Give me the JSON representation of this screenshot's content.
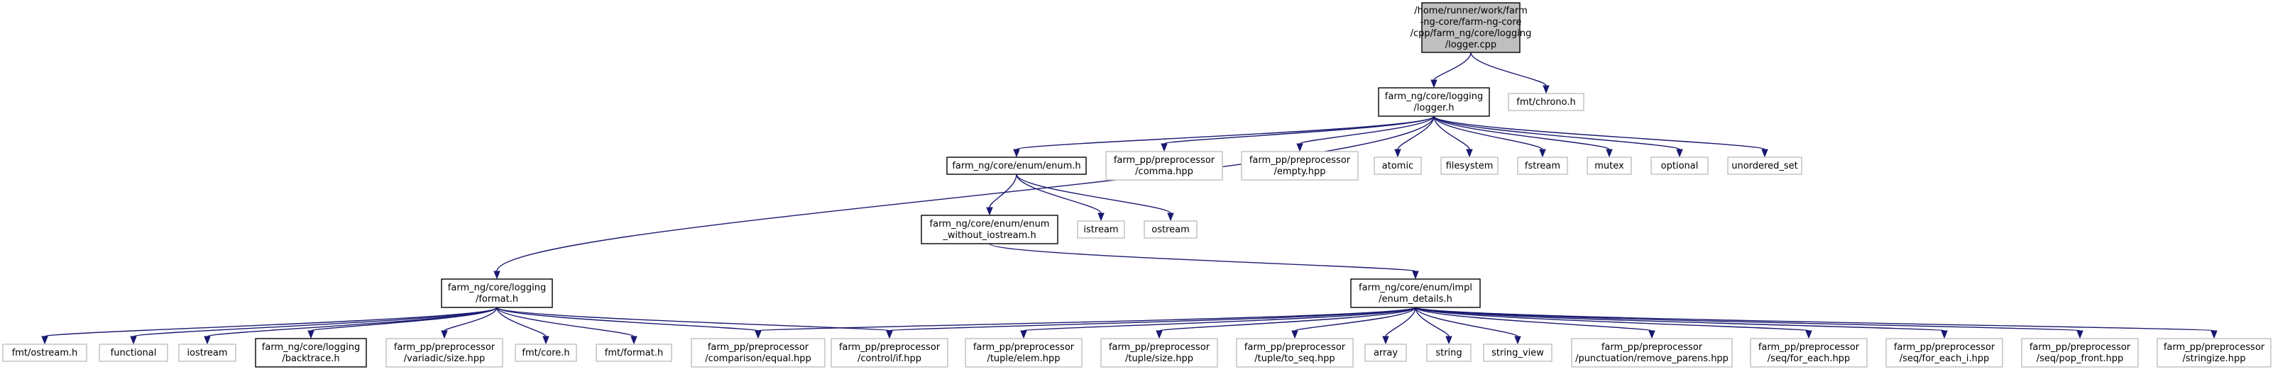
{
  "colors": {
    "edge": "#191970",
    "root_fill": "#bfbfbf",
    "local_border": "#000000",
    "external_border": "#bfbfbf"
  },
  "nodes": [
    {
      "id": "n0",
      "kind": "root",
      "lines": [
        "/home/runner/work/farm",
        "-ng-core/farm-ng-core",
        "/cpp/farm_ng/core/logging",
        "/logger.cpp"
      ]
    },
    {
      "id": "n1",
      "kind": "local",
      "lines": [
        "farm_ng/core/logging",
        "/logger.h"
      ]
    },
    {
      "id": "n2",
      "kind": "external",
      "lines": [
        "fmt/chrono.h"
      ]
    },
    {
      "id": "n3",
      "kind": "local",
      "lines": [
        "farm_ng/core/logging",
        "/format.h"
      ]
    },
    {
      "id": "n4",
      "kind": "local",
      "lines": [
        "farm_ng/core/enum/enum.h"
      ]
    },
    {
      "id": "n5",
      "kind": "external",
      "lines": [
        "farm_pp/preprocessor",
        "/comma.hpp"
      ]
    },
    {
      "id": "n6",
      "kind": "external",
      "lines": [
        "farm_pp/preprocessor",
        "/empty.hpp"
      ]
    },
    {
      "id": "n7",
      "kind": "external",
      "lines": [
        "atomic"
      ]
    },
    {
      "id": "n8",
      "kind": "external",
      "lines": [
        "filesystem"
      ]
    },
    {
      "id": "n9",
      "kind": "external",
      "lines": [
        "fstream"
      ]
    },
    {
      "id": "n10",
      "kind": "external",
      "lines": [
        "mutex"
      ]
    },
    {
      "id": "n11",
      "kind": "external",
      "lines": [
        "optional"
      ]
    },
    {
      "id": "n12",
      "kind": "external",
      "lines": [
        "unordered_set"
      ]
    },
    {
      "id": "n13",
      "kind": "local",
      "lines": [
        "farm_ng/core/enum/enum",
        "_without_iostream.h"
      ]
    },
    {
      "id": "n14",
      "kind": "external",
      "lines": [
        "istream"
      ]
    },
    {
      "id": "n15",
      "kind": "external",
      "lines": [
        "ostream"
      ]
    },
    {
      "id": "n16",
      "kind": "local",
      "lines": [
        "farm_ng/core/enum/impl",
        "/enum_details.h"
      ]
    },
    {
      "id": "n17",
      "kind": "external",
      "lines": [
        "fmt/ostream.h"
      ]
    },
    {
      "id": "n18",
      "kind": "external",
      "lines": [
        "functional"
      ]
    },
    {
      "id": "n19",
      "kind": "external",
      "lines": [
        "iostream"
      ]
    },
    {
      "id": "n20",
      "kind": "local",
      "lines": [
        "farm_ng/core/logging",
        "/backtrace.h"
      ]
    },
    {
      "id": "n21",
      "kind": "external",
      "lines": [
        "farm_pp/preprocessor",
        "/variadic/size.hpp"
      ]
    },
    {
      "id": "n22",
      "kind": "external",
      "lines": [
        "fmt/core.h"
      ]
    },
    {
      "id": "n23",
      "kind": "external",
      "lines": [
        "fmt/format.h"
      ]
    },
    {
      "id": "n24",
      "kind": "external",
      "lines": [
        "farm_pp/preprocessor",
        "/comparison/equal.hpp"
      ]
    },
    {
      "id": "n25",
      "kind": "external",
      "lines": [
        "farm_pp/preprocessor",
        "/control/if.hpp"
      ]
    },
    {
      "id": "n26",
      "kind": "external",
      "lines": [
        "farm_pp/preprocessor",
        "/tuple/elem.hpp"
      ]
    },
    {
      "id": "n27",
      "kind": "external",
      "lines": [
        "farm_pp/preprocessor",
        "/tuple/size.hpp"
      ]
    },
    {
      "id": "n28",
      "kind": "external",
      "lines": [
        "farm_pp/preprocessor",
        "/tuple/to_seq.hpp"
      ]
    },
    {
      "id": "n29",
      "kind": "external",
      "lines": [
        "array"
      ]
    },
    {
      "id": "n30",
      "kind": "external",
      "lines": [
        "string"
      ]
    },
    {
      "id": "n31",
      "kind": "external",
      "lines": [
        "string_view"
      ]
    },
    {
      "id": "n32",
      "kind": "external",
      "lines": [
        "farm_pp/preprocessor",
        "/punctuation/remove_parens.hpp"
      ]
    },
    {
      "id": "n33",
      "kind": "external",
      "lines": [
        "farm_pp/preprocessor",
        "/seq/for_each.hpp"
      ]
    },
    {
      "id": "n34",
      "kind": "external",
      "lines": [
        "farm_pp/preprocessor",
        "/seq/for_each_i.hpp"
      ]
    },
    {
      "id": "n35",
      "kind": "external",
      "lines": [
        "farm_pp/preprocessor",
        "/seq/pop_front.hpp"
      ]
    },
    {
      "id": "n36",
      "kind": "external",
      "lines": [
        "farm_pp/preprocessor",
        "/stringize.hpp"
      ]
    }
  ],
  "edges": [
    [
      "n0",
      "n1"
    ],
    [
      "n0",
      "n2"
    ],
    [
      "n1",
      "n3"
    ],
    [
      "n1",
      "n4"
    ],
    [
      "n1",
      "n5"
    ],
    [
      "n1",
      "n6"
    ],
    [
      "n1",
      "n7"
    ],
    [
      "n1",
      "n8"
    ],
    [
      "n1",
      "n9"
    ],
    [
      "n1",
      "n10"
    ],
    [
      "n1",
      "n11"
    ],
    [
      "n1",
      "n12"
    ],
    [
      "n4",
      "n13"
    ],
    [
      "n4",
      "n14"
    ],
    [
      "n4",
      "n15"
    ],
    [
      "n13",
      "n16"
    ],
    [
      "n3",
      "n17"
    ],
    [
      "n3",
      "n18"
    ],
    [
      "n3",
      "n19"
    ],
    [
      "n3",
      "n20"
    ],
    [
      "n3",
      "n21"
    ],
    [
      "n3",
      "n22"
    ],
    [
      "n3",
      "n23"
    ],
    [
      "n3",
      "n24"
    ],
    [
      "n3",
      "n25"
    ],
    [
      "n16",
      "n24"
    ],
    [
      "n16",
      "n25"
    ],
    [
      "n16",
      "n26"
    ],
    [
      "n16",
      "n27"
    ],
    [
      "n16",
      "n28"
    ],
    [
      "n16",
      "n29"
    ],
    [
      "n16",
      "n30"
    ],
    [
      "n16",
      "n31"
    ],
    [
      "n16",
      "n32"
    ],
    [
      "n16",
      "n33"
    ],
    [
      "n16",
      "n34"
    ],
    [
      "n16",
      "n35"
    ],
    [
      "n16",
      "n36"
    ]
  ]
}
